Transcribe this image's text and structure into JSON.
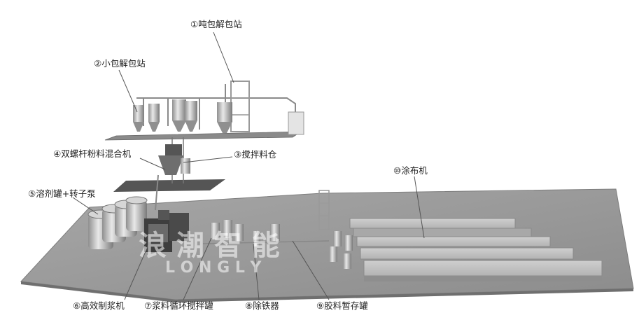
{
  "labels": {
    "l1": "①吨包解包站",
    "l2": "②小包解包站",
    "l3": "③搅拌料仓",
    "l4": "④双螺杆粉料混合机",
    "l5": "⑤溶剂罐+转子泵",
    "l6": "⑥高效制浆机",
    "l7": "⑦浆料循环搅拌罐",
    "l8": "⑧除铁器",
    "l9": "⑨胶料暂存罐",
    "l10": "⑩涂布机"
  },
  "watermark": {
    "cn": "浪  潮  智  能",
    "en": "L O N G L Y"
  },
  "colors": {
    "floor": "#9a9a9a",
    "floor_edge": "#7d7d7d",
    "leader": "#555555",
    "machine": "#b9b9b9",
    "machine_dark": "#6f6f6f"
  }
}
